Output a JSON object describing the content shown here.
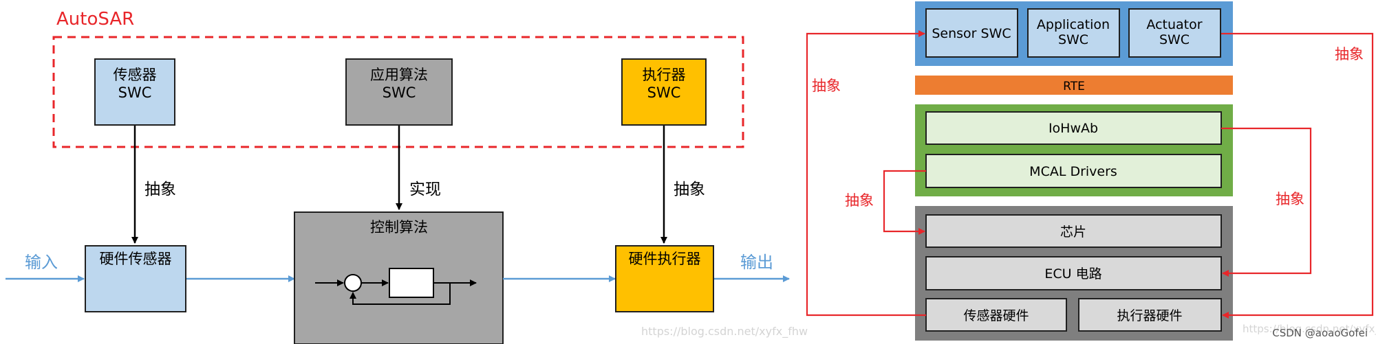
{
  "left": {
    "autosar_label": "AutoSAR",
    "sensor_swc": [
      "传感器",
      "SWC"
    ],
    "app_swc": [
      "应用算法",
      "SWC"
    ],
    "actuator_swc": [
      "执行器",
      "SWC"
    ],
    "abstract_left": "抽象",
    "implement": "实现",
    "abstract_right": "抽象",
    "input": "输入",
    "output": "输出",
    "hw_sensor": "硬件传感器",
    "control_algo": "控制算法",
    "hw_actuator": "硬件执行器",
    "watermark": "https://blog.csdn.net/xyfx_fhw"
  },
  "right": {
    "sensor_swc": "Sensor SWC",
    "application_swc": [
      "Application",
      "SWC"
    ],
    "actuator_swc": [
      "Actuator",
      "SWC"
    ],
    "rte": "RTE",
    "iohwab": "IoHwAb",
    "mcal": "MCAL Drivers",
    "chip": "芯片",
    "ecu_circuit": "ECU 电路",
    "sensor_hw": "传感器硬件",
    "actuator_hw": "执行器硬件",
    "abstract_outer_left": "抽象",
    "abstract_outer_right": "抽象",
    "abstract_inner_left": "抽象",
    "abstract_inner_right": "抽象",
    "watermark": "https://blog.csdn.net/xyfx_fhw",
    "credit": "CSDN @aoaoGofei"
  },
  "colors": {
    "swc_blue": "#BDD7EE",
    "gray": "#A6A6A6",
    "yellow": "#FFC000",
    "arrow_blue": "#5B9BD5",
    "red": "#E8262A",
    "top_bar": "#5B9BD5",
    "rte": "#ED7D31",
    "green": "#70AD47",
    "light_green": "#E2F0D9",
    "dark_gray": "#7F7F7F",
    "light_gray": "#D9D9D9"
  }
}
